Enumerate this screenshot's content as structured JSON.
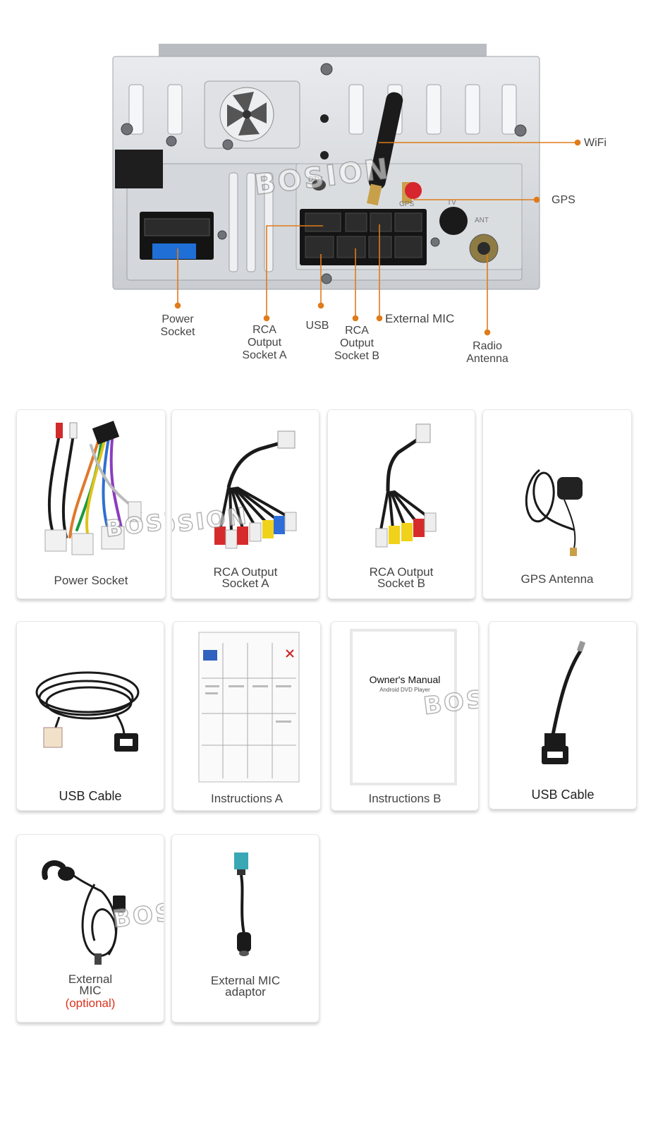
{
  "watermark": "BOSION",
  "colors": {
    "accent": "#e07b1a",
    "optional": "#d9331f"
  },
  "unit": {
    "panel_text": {
      "dtv": "DTV",
      "gps": "GPS",
      "tv": "TV",
      "ant": "ANT"
    },
    "callouts": {
      "wifi": "WiFi",
      "gps": "GPS",
      "power": "Power\nSocket",
      "rca_a": "RCA\nOutput\nSocket A",
      "usb": "USB",
      "rca_b": "RCA\nOutput\nSocket B",
      "mic": "External MIC",
      "radio": "Radio\nAntenna"
    }
  },
  "accessories": [
    {
      "label": "Power Socket",
      "icon": "power-harness-icon"
    },
    {
      "label": "RCA Output\nSocket A",
      "icon": "rca-cable-icon"
    },
    {
      "label": "RCA Output\nSocket B",
      "icon": "rca-cable-icon"
    },
    {
      "label": "GPS Antenna",
      "icon": "gps-antenna-icon"
    },
    {
      "label": "USB Cable",
      "icon": "usb-cable-icon"
    },
    {
      "label": "Instructions A",
      "icon": "instruction-sheet-icon"
    },
    {
      "label": "Instructions B",
      "icon": "manual-booklet-icon",
      "manual_title": "Owner's Manual",
      "manual_subtitle": "Android DVD Player"
    },
    {
      "label": "USB Cable",
      "icon": "usb-adapter-icon"
    },
    {
      "label": "External\nMIC",
      "optional": "(optional)",
      "icon": "microphone-icon"
    },
    {
      "label": "External MIC\nadaptor",
      "icon": "mic-adaptor-icon"
    }
  ]
}
